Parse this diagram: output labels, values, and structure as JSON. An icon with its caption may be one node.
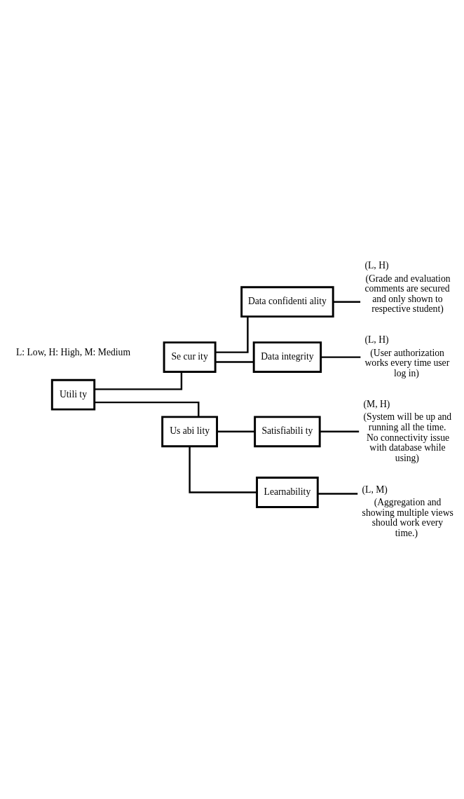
{
  "diagram": {
    "nodes": [
      {
        "text": [
          "Utili ty"
        ]
      },
      {
        "text": [
          "Se cur ity"
        ]
      },
      {
        "text": [
          "Data confidenti ality"
        ]
      },
      {
        "text": [
          "Data integrity"
        ]
      },
      {
        "text": [
          "Us abi lity"
        ]
      },
      {
        "text": [
          "Satisfiabili ty"
        ]
      },
      {
        "text": [
          "Learnability"
        ]
      },
      {
        "text": [
          "(Grade and evaluation comments are secured and only shown to respective student)"
        ],
        "beside": [
          "(L, H)"
        ]
      },
      {
        "text": [
          "(User authorization works every time user log in)"
        ],
        "beside": [
          "(L, H)"
        ]
      },
      {
        "text": [
          "(System will be up and running all the time. No connectivity issue with database while using)"
        ],
        "beside": [
          "(M, H)"
        ]
      },
      {
        "text": [
          "(Aggregation and showing multiple views should work every time.)"
        ],
        "beside": [
          "(L, M)"
        ]
      }
    ],
    "edges": [
      {
        "from": 0,
        "to": 1,
        "arrow": "none"
      },
      {
        "from": 0,
        "to": 4,
        "arrow": "none"
      },
      {
        "from": 1,
        "to": 2,
        "arrow": "none"
      },
      {
        "from": 1,
        "to": 3,
        "arrow": "none"
      },
      {
        "from": 2,
        "to": 7,
        "arrow": "none"
      },
      {
        "from": 3,
        "to": 8,
        "arrow": "none"
      },
      {
        "from": 4,
        "to": 5,
        "arrow": "none"
      },
      {
        "from": 4,
        "to": 6,
        "arrow": "none"
      },
      {
        "from": 5,
        "to": 9,
        "arrow": "none"
      },
      {
        "from": 6,
        "to": 10,
        "arrow": "none"
      }
    ],
    "labels": [
      "L: Low, H: High, M: Medium"
    ]
  }
}
